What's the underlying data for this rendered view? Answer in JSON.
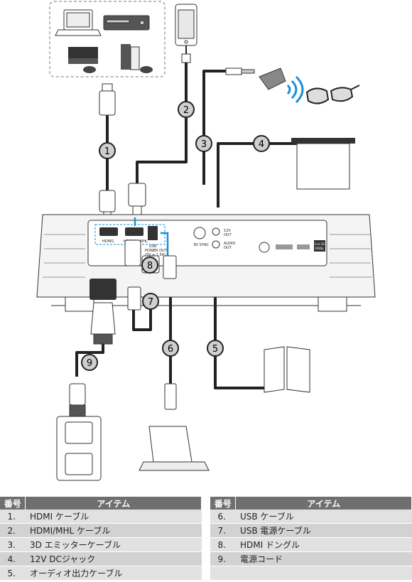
{
  "badges": [
    "1",
    "2",
    "3",
    "4",
    "5",
    "6",
    "7",
    "8",
    "9"
  ],
  "port_labels": {
    "hdmi1": "HDMI1",
    "hdmi2": "HDMI 2 / MHL",
    "usb": "USB",
    "usb_power": "POWER OUT",
    "usb_power2": "(5V ⎓ 1.5A)",
    "sync": "3D SYNC",
    "dc12v": "12V",
    "dc_out": "OUT",
    "audio": "AUDIO",
    "audio_out": "OUT",
    "fullhd": "Full 3D",
    "fullhd_sub": "1080p"
  },
  "table": {
    "header_num": "番号",
    "header_item": "アイテム",
    "left": [
      {
        "num": "1.",
        "item": "HDMI ケーブル"
      },
      {
        "num": "2.",
        "item": "HDMI/MHL ケーブル"
      },
      {
        "num": "3.",
        "item": "3D エミッターケーブル"
      },
      {
        "num": "4.",
        "item": "12V DCジャック"
      },
      {
        "num": "5.",
        "item": "オーディオ出力ケーブル"
      }
    ],
    "right": [
      {
        "num": "6.",
        "item": "USB ケーブル"
      },
      {
        "num": "7.",
        "item": "USB 電源ケーブル"
      },
      {
        "num": "8.",
        "item": "HDMI ドングル"
      },
      {
        "num": "9.",
        "item": "電源コード"
      },
      {
        "num": "",
        "item": ""
      }
    ]
  }
}
